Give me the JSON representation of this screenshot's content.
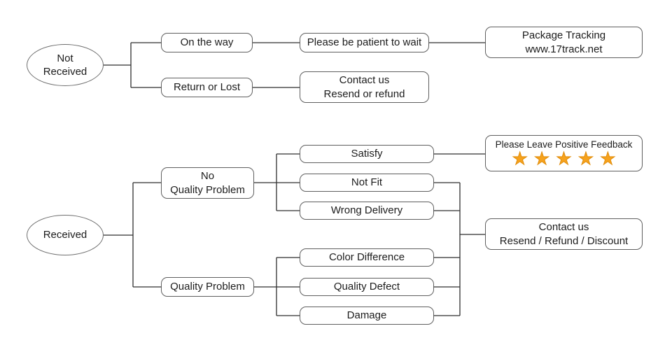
{
  "colors": {
    "background": "#ffffff",
    "line": "#2f2f2f",
    "box_border": "#5f5f5f",
    "text": "#1c1c1c",
    "star_fill": "#f6a21d",
    "star_outline": "#e18d0a"
  },
  "top_flow": {
    "start": {
      "line1": "Not",
      "line2": "Received"
    },
    "on_the_way": "On the way",
    "be_patient": "Please be patient to wait",
    "package_tracking": {
      "line1": "Package Tracking",
      "line2": "www.17track.net"
    },
    "return_or_lost": "Return or Lost",
    "contact": {
      "line1": "Contact us",
      "line2": "Resend or refund"
    }
  },
  "bottom_flow": {
    "start": "Received",
    "no_quality_problem": {
      "line1": "No",
      "line2": "Quality Problem"
    },
    "quality_problem": "Quality Problem",
    "satisfy": "Satisfy",
    "not_fit": "Not Fit",
    "wrong_delivery": "Wrong Delivery",
    "color_difference": "Color Difference",
    "quality_defect": "Quality Defect",
    "damage": "Damage",
    "feedback": {
      "title": "Please Leave Positive Feedback",
      "stars": 5,
      "star_icon": "star-icon"
    },
    "contact": {
      "line1": "Contact us",
      "line2": "Resend / Refund / Discount"
    }
  }
}
